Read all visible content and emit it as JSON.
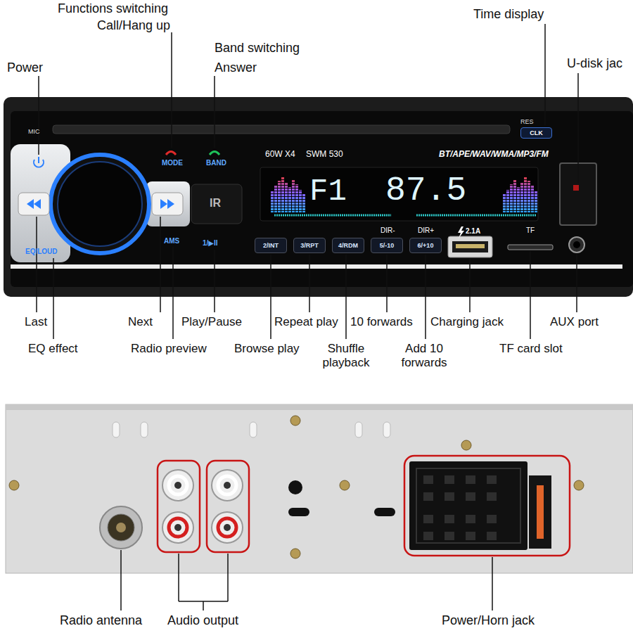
{
  "diagram": {
    "nodes": [
      {
        "text": [
          "CLK"
        ]
      },
      {
        "text": [
          "2/INT"
        ]
      },
      {
        "text": [
          "3/RPT"
        ]
      },
      {
        "text": [
          "4/RDM"
        ]
      },
      {
        "text": [
          "5/-10"
        ]
      },
      {
        "text": [
          "6/+10"
        ]
      }
    ],
    "labels": [
      "Functions switching",
      "Call/Hang up",
      "Band switching",
      "Answer",
      "Power",
      "Time display",
      "U-disk jac",
      "MIC",
      "RES",
      "MODE",
      "BAND",
      "60W X4",
      "SWM 530",
      "BT/APE/WAV/WMA/MP3/FM",
      "F1",
      "87.5",
      "EQ/LOUD",
      "AMS",
      "1/▶II",
      "DIR-",
      "DIR+",
      "2.1A",
      "TF",
      "IR",
      "Last",
      "EQ effect",
      "Next",
      "Radio preview",
      "Play/Pause",
      "Browse play",
      "Repeat play",
      "Shuffle playback",
      "10 forwards",
      "Add 10 forwards",
      "Charging jack",
      "TF card slot",
      "AUX port",
      "Radio antenna",
      "Audio output",
      "Power/Horn jack"
    ]
  }
}
